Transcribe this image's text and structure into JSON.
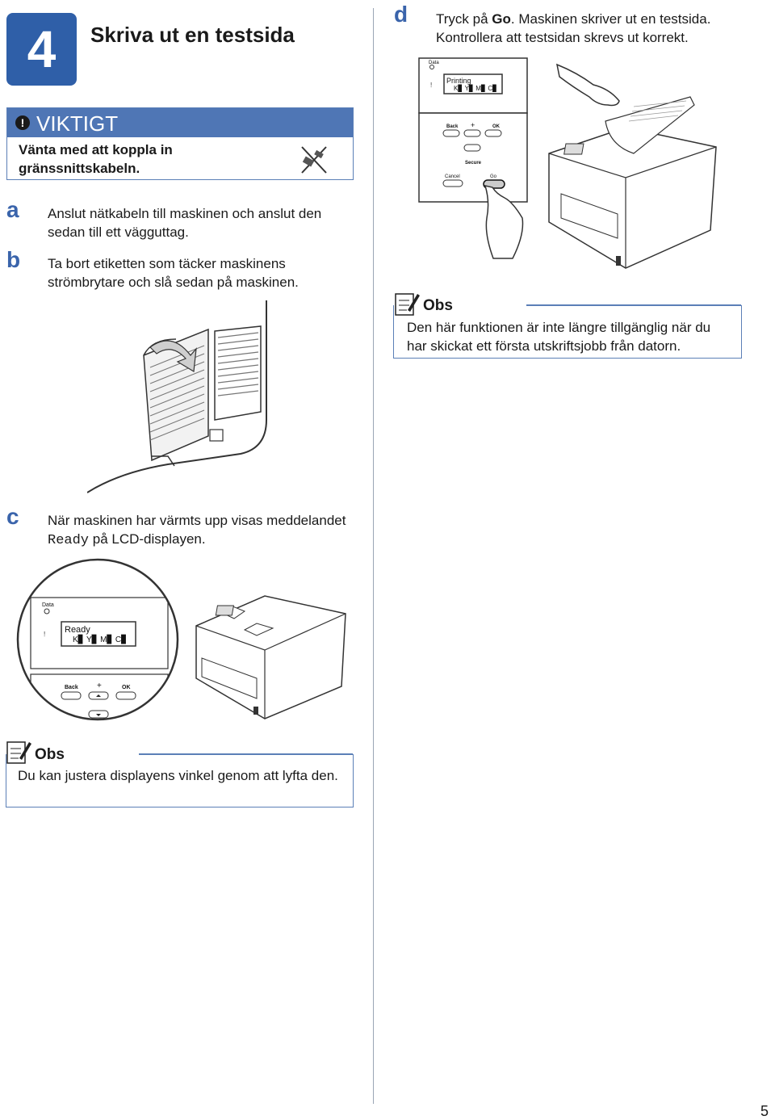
{
  "header": {
    "step_number": "4",
    "title": "Skriva ut en testsida"
  },
  "important": {
    "title": "VIKTIGT",
    "text": "Vänta med att koppla in gränssnittskabeln."
  },
  "steps": {
    "a": {
      "letter": "a",
      "text": "Anslut nätkabeln till maskinen och anslut den sedan till ett vägguttag."
    },
    "b": {
      "letter": "b",
      "text": "Ta bort etiketten som täcker maskinens strömbrytare och slå sedan på maskinen."
    },
    "c": {
      "letter": "c",
      "text_before": "När maskinen har värmts upp visas meddelandet ",
      "code": "Ready",
      "text_after": " på LCD-displayen."
    },
    "d": {
      "letter": "d",
      "text_1": "Tryck på ",
      "bold": "Go",
      "text_2": ". Maskinen skriver ut en testsida. Kontrollera att testsidan skrevs ut korrekt."
    }
  },
  "note_right": {
    "title": "Obs",
    "text": "Den här funktionen är inte längre tillgänglig när du har skickat ett första utskriftsjobb från datorn."
  },
  "note_left": {
    "title": "Obs",
    "text": "Du kan justera displayens vinkel genom att lyfta den."
  },
  "panel_top": {
    "data_label": "Data",
    "lcd_line1": "Printing",
    "lcd_line2": "K▊ Y▊ M▊ C▊",
    "back": "Back",
    "plus": "+",
    "ok": "OK",
    "secure": "Secure",
    "cancel": "Cancel",
    "go": "Go"
  },
  "panel_bottom": {
    "data_label": "Data",
    "lcd_line1": "Ready",
    "lcd_line2": "K▊ Y▊ M▊ C▊",
    "back": "Back",
    "plus": "+",
    "ok": "OK"
  },
  "page_number": "5",
  "colors": {
    "accent": "#2f5fa8",
    "box_border": "#5b7fb7",
    "header_fill": "#4f76b5",
    "letter": "#3a64ab"
  }
}
